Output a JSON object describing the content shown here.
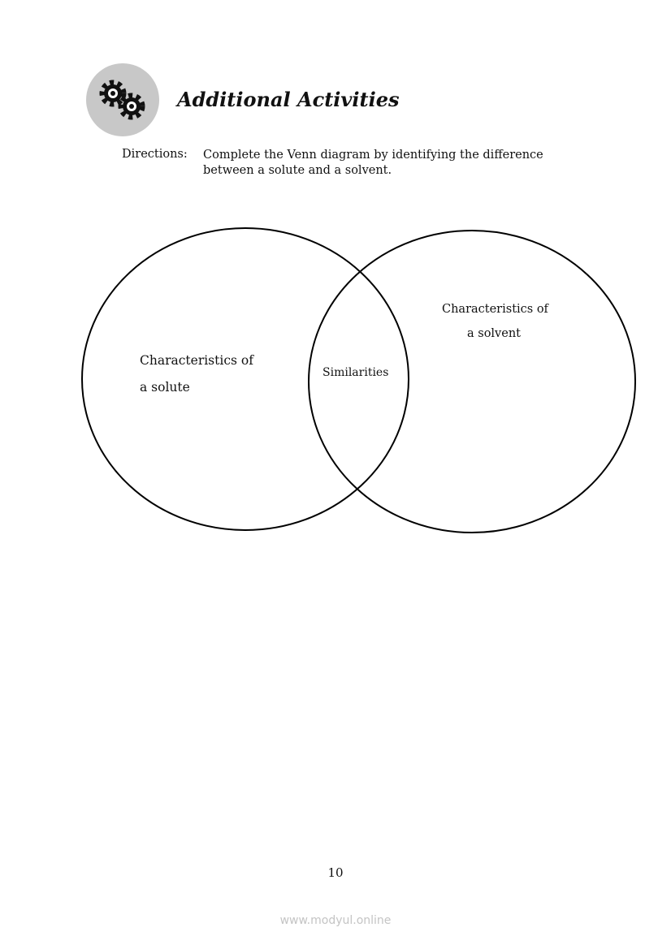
{
  "header": {
    "icon": "gears-icon",
    "title": "Additional Activities"
  },
  "directions": {
    "label": "Directions:",
    "text_line1": "Complete the Venn diagram by identifying the difference",
    "text_line2": "between a solute and a solvent."
  },
  "venn": {
    "left_line1": "Characteristics of",
    "left_line2": "a solute",
    "middle": "Similarities",
    "right_line1": "Characteristics of",
    "right_line2": "a solvent"
  },
  "footer": {
    "page_number": "10",
    "watermark": "www.modyul.online"
  }
}
